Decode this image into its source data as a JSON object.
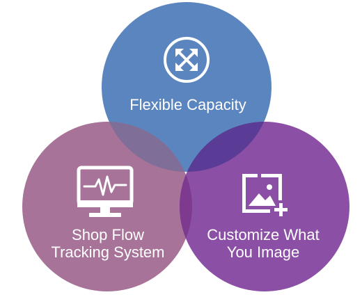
{
  "diagram": {
    "circles": [
      {
        "id": "flexible-capacity",
        "label_lines": [
          "Flexible Capacity"
        ],
        "icon": "expand-arrows-icon",
        "color": "#5B85BE"
      },
      {
        "id": "shop-flow",
        "label_lines": [
          "Shop Flow",
          "Tracking System"
        ],
        "icon": "monitor-heartbeat-icon",
        "color": "#A77399"
      },
      {
        "id": "customize",
        "label_lines": [
          "Customize What",
          "You Image"
        ],
        "icon": "add-image-icon",
        "color": "#8B4FA6"
      }
    ],
    "overlap_colors": {
      "top_left": "#7F6E97",
      "top_right": "#5A3C97",
      "left_right": "#7E3A8E"
    }
  }
}
